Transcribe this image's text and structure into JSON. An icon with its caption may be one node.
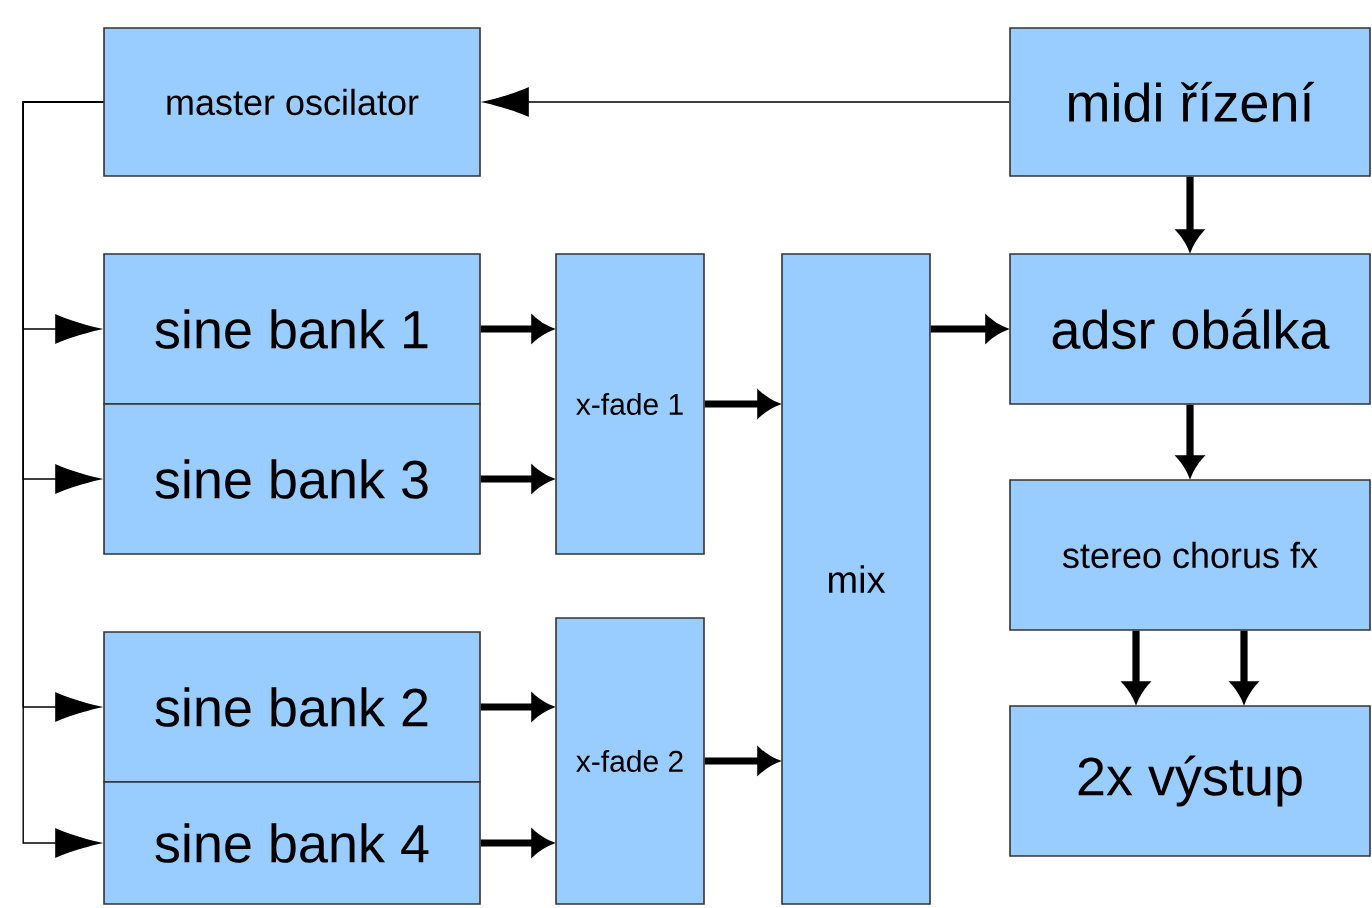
{
  "diagram": {
    "nodes": [
      {
        "text": [
          "master oscilator"
        ]
      },
      {
        "text": [
          "midi řízení"
        ]
      },
      {
        "text": [
          "sine bank 1"
        ]
      },
      {
        "text": [
          "sine bank 3"
        ]
      },
      {
        "text": [
          "sine bank 2"
        ]
      },
      {
        "text": [
          "sine bank 4"
        ]
      },
      {
        "text": [
          "x-fade 1"
        ]
      },
      {
        "text": [
          "x-fade 2"
        ]
      },
      {
        "text": [
          "mix"
        ]
      },
      {
        "text": [
          "adsr obálka"
        ]
      },
      {
        "text": [
          "stereo chorus fx"
        ]
      },
      {
        "text": [
          "2x výstup"
        ]
      }
    ],
    "edges": [
      {
        "from": 1,
        "to": 0,
        "arrow": "to"
      },
      {
        "from": 0,
        "to": 2,
        "arrow": "to"
      },
      {
        "from": 0,
        "to": 3,
        "arrow": "to"
      },
      {
        "from": 0,
        "to": 4,
        "arrow": "to"
      },
      {
        "from": 0,
        "to": 5,
        "arrow": "to"
      },
      {
        "from": 1,
        "to": 9,
        "arrow": "to"
      },
      {
        "from": 2,
        "to": 6,
        "arrow": "to"
      },
      {
        "from": 3,
        "to": 6,
        "arrow": "to"
      },
      {
        "from": 4,
        "to": 7,
        "arrow": "to"
      },
      {
        "from": 5,
        "to": 7,
        "arrow": "to"
      },
      {
        "from": 6,
        "to": 8,
        "arrow": "to"
      },
      {
        "from": 7,
        "to": 8,
        "arrow": "to"
      },
      {
        "from": 8,
        "to": 9,
        "arrow": "to"
      },
      {
        "from": 9,
        "to": 10,
        "arrow": "to"
      },
      {
        "from": 10,
        "to": 11,
        "arrow": "to"
      },
      {
        "from": 10,
        "to": 11,
        "arrow": "to"
      }
    ]
  }
}
